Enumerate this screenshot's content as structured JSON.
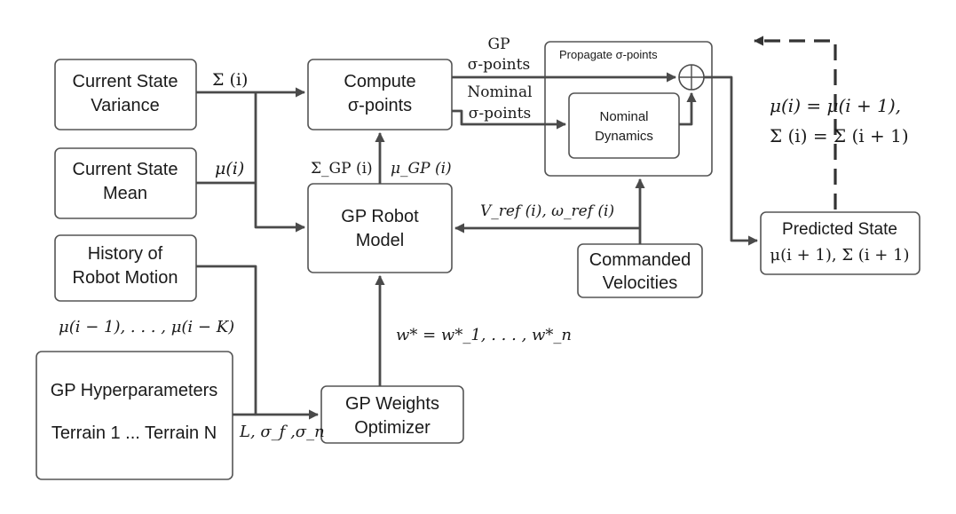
{
  "nodes": {
    "current_state_variance": [
      "Current State",
      "Variance"
    ],
    "current_state_mean": [
      "Current State",
      "Mean"
    ],
    "history_of_robot_motion": [
      "History of",
      "Robot Motion"
    ],
    "gp_hyperparameters": [
      "GP Hyperparameters",
      "Terrain 1 ... Terrain N"
    ],
    "compute_sigma_points": [
      "Compute",
      "σ-points"
    ],
    "gp_robot_model": [
      "GP Robot",
      "Model"
    ],
    "gp_weights_optimizer": [
      "GP  Weights",
      "Optimizer"
    ],
    "propagate_sigma_points": "Propagate σ-points",
    "nominal_dynamics": [
      "Nominal",
      "Dynamics"
    ],
    "commanded_velocities": [
      "Commanded",
      "Velocities"
    ],
    "predicted_state": [
      "Predicted State",
      "μ(i + 1), Σ (i + 1)"
    ]
  },
  "edge_labels": {
    "sigma_i": "Σ (i)",
    "mu_i": "μ(i)",
    "sigma_gp_i": "Σ_GP (i)",
    "mu_gp_i": "μ_GP (i)",
    "gp_sigma_points": [
      "GP",
      "σ-points"
    ],
    "nominal_sigma_points": [
      "Nominal",
      "σ-points"
    ],
    "v_ref_omega_ref": "V_ref (i), ω_ref (i)",
    "history_mu": "μ(i − 1), . . . , μ(i − K)",
    "hyper_L_sigma": "L,  σ_f ,σ_n",
    "w_star": "w* = w*_1, . . . , w*_n",
    "update_rule": [
      "μ(i) = μ(i + 1),",
      "Σ (i) = Σ (i + 1)"
    ]
  }
}
